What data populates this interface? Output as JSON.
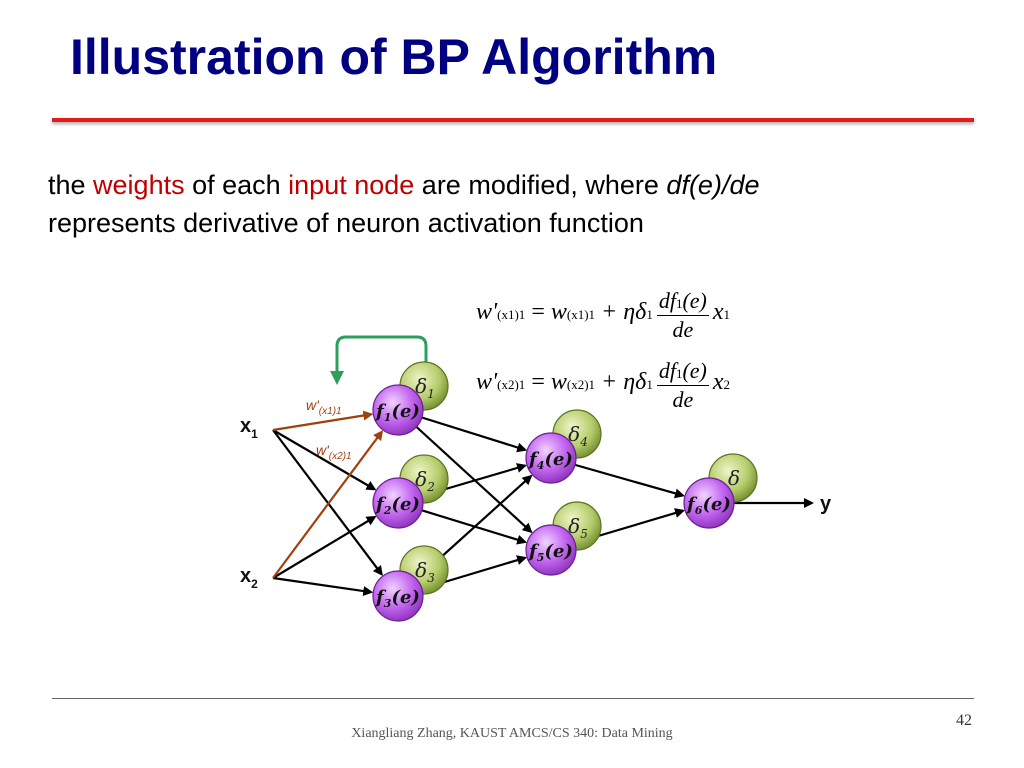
{
  "slide": {
    "title": "Illustration of BP Algorithm",
    "body": {
      "part1": "the ",
      "weights": "weights",
      "part2": " of each ",
      "input_node": "input node",
      "part3": " are modified, where ",
      "dfde": "df(e)/de",
      "line2": "represents derivative of neuron activation function"
    },
    "formulas": {
      "f1": {
        "lhs": "w'",
        "lhs_sub": "(x1)1",
        "eq": " = ",
        "w": "w",
        "w_sub": "(x1)1",
        "plus": " + ηδ",
        "delta_sub": "1",
        "num": "df",
        "num_sub": "1",
        "num_arg": "(e)",
        "den": "de",
        "x": "x",
        "x_sub": "1"
      },
      "f2": {
        "lhs": "w'",
        "lhs_sub": "(x2)1",
        "eq": " = ",
        "w": "w",
        "w_sub": "(x2)1",
        "plus": " + ηδ",
        "delta_sub": "1",
        "num": "df",
        "num_sub": "1",
        "num_arg": "(e)",
        "den": "de",
        "x": "x",
        "x_sub": "2"
      }
    },
    "footer": "Xiangliang Zhang, KAUST AMCS/CS 340: Data Mining",
    "page_number": "42"
  },
  "diagram": {
    "inputs": [
      {
        "label": "x",
        "sub": "1"
      },
      {
        "label": "x",
        "sub": "2"
      }
    ],
    "output": "y",
    "neurons": [
      {
        "f": "f",
        "sub": "1",
        "arg": "(e)",
        "delta": "δ",
        "delta_sub": "1"
      },
      {
        "f": "f",
        "sub": "2",
        "arg": "(e)",
        "delta": "δ",
        "delta_sub": "2"
      },
      {
        "f": "f",
        "sub": "3",
        "arg": "(e)",
        "delta": "δ",
        "delta_sub": "3"
      },
      {
        "f": "f",
        "sub": "4",
        "arg": "(e)",
        "delta": "δ",
        "delta_sub": "4"
      },
      {
        "f": "f",
        "sub": "5",
        "arg": "(e)",
        "delta": "δ",
        "delta_sub": "5"
      },
      {
        "f": "f",
        "sub": "6",
        "arg": "(e)",
        "delta": "δ",
        "delta_sub": ""
      }
    ],
    "weight_labels": [
      {
        "w": "w'",
        "sub": "(x1)1"
      },
      {
        "w": "w'",
        "sub": "(x2)1"
      }
    ],
    "colors": {
      "neuron_fill": "#c266f0",
      "delta_fill": "#b5cc6a",
      "updated_weight_arrow": "#a0410d",
      "feedback_arrow": "#2e9e5e",
      "edge": "#000000"
    }
  }
}
